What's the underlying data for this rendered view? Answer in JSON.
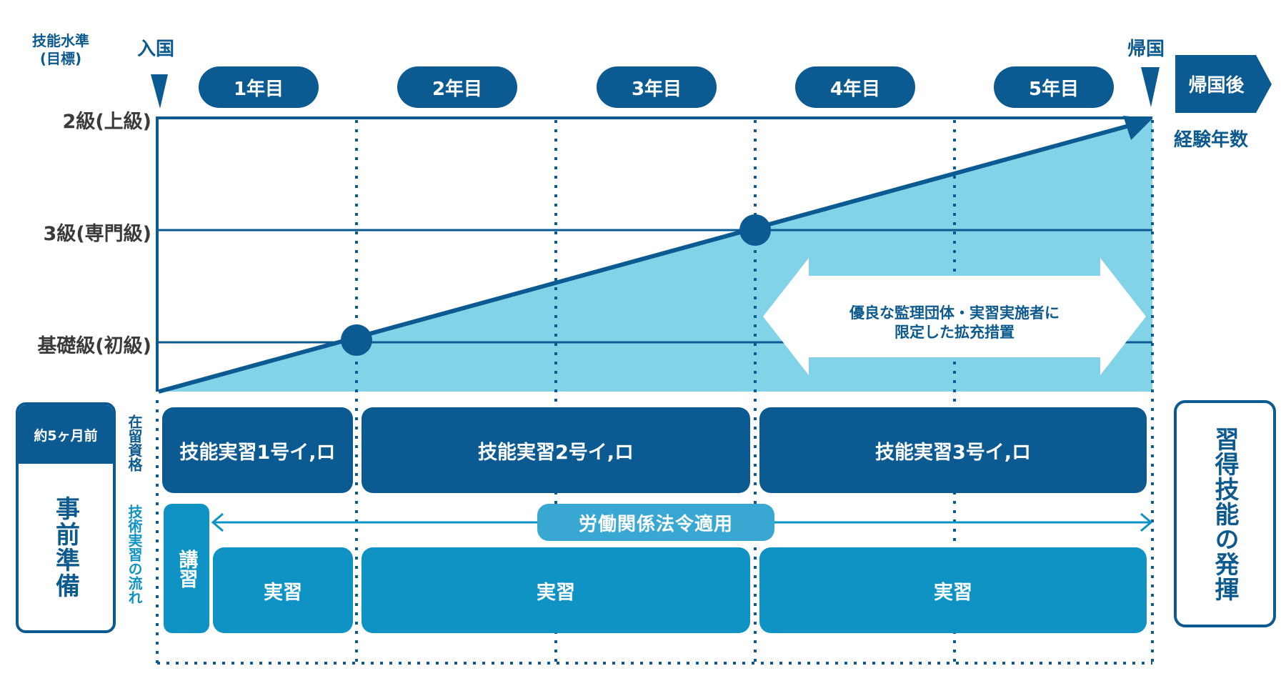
{
  "header": {
    "skill_level_title": "技能水準\n(目標)",
    "entry_label": "入国",
    "return_label": "帰国",
    "after_return_label": "帰国後",
    "experience_years_label": "経験年数"
  },
  "years": [
    "1年目",
    "2年目",
    "3年目",
    "4年目",
    "5年目"
  ],
  "levels": {
    "grade2": "2級(上級)",
    "grade3": "3級(専門級)",
    "basic": "基礎級(初級)"
  },
  "expansion_note": {
    "line1": "優良な監理団体・実習実施者に",
    "line2": "限定した拡充措置"
  },
  "prep": {
    "header": "約5ヶ月前",
    "body": "事前準備"
  },
  "row_labels": {
    "status": "在留資格",
    "flow": "技術実習の流れ"
  },
  "status_boxes": [
    "技能実習1号イ,ロ",
    "技能実習2号イ,ロ",
    "技能実習3号イ,ロ"
  ],
  "lecture_label": "講習",
  "labor_law_label": "労働関係法令適用",
  "training_boxes": [
    "実習",
    "実習",
    "実習"
  ],
  "outcome_label": "習得技能の発揮",
  "colors": {
    "dark_blue": "#0b5a92",
    "medium_blue": "#0e93c4",
    "light_blue_fill": "#82d3e8",
    "level_text": "#3a3a3a"
  }
}
